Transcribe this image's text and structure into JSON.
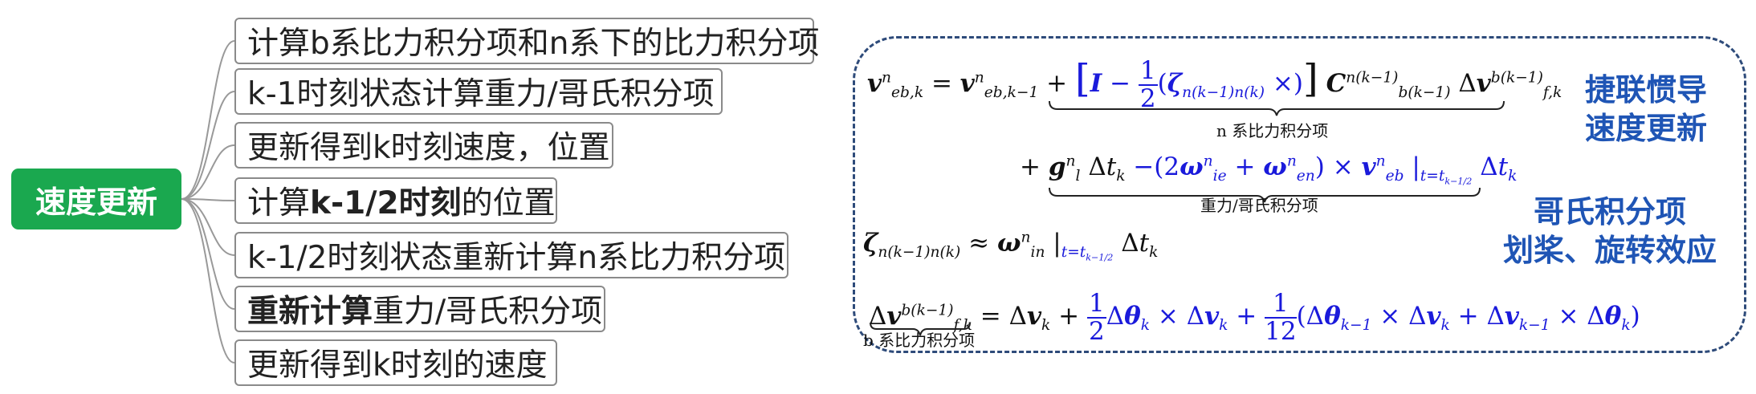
{
  "root": {
    "label": "速度更新"
  },
  "nodes": [
    {
      "text": "计算b系比力积分项和n系下的比力积分项"
    },
    {
      "text": "k-1时刻状态计算重力/哥氏积分项"
    },
    {
      "text": "更新得到k时刻速度，位置"
    },
    {
      "pre": "计算",
      "bold": "k-1/2时刻",
      "post": "的位置"
    },
    {
      "text": "k-1/2时刻状态重新计算n系比力积分项"
    },
    {
      "bold": "重新计算",
      "post": "重力/哥氏积分项"
    },
    {
      "text": "更新得到k时刻的速度"
    }
  ],
  "labels": {
    "top_line1": "捷联惯导",
    "top_line2": "速度更新",
    "mid_line1": "哥氏积分项",
    "mid_line2": "划桨、旋转效应"
  },
  "braces": {
    "n_specific_force": "n 系比力积分项",
    "gravity_coriolis": "重力/哥氏积分项",
    "b_specific_force": "b 系比力积分项"
  },
  "colors": {
    "root": "#1aa84f",
    "label": "#1f55b5",
    "panel_border": "#2e4b7a",
    "blue_term": "#1a1adb"
  }
}
